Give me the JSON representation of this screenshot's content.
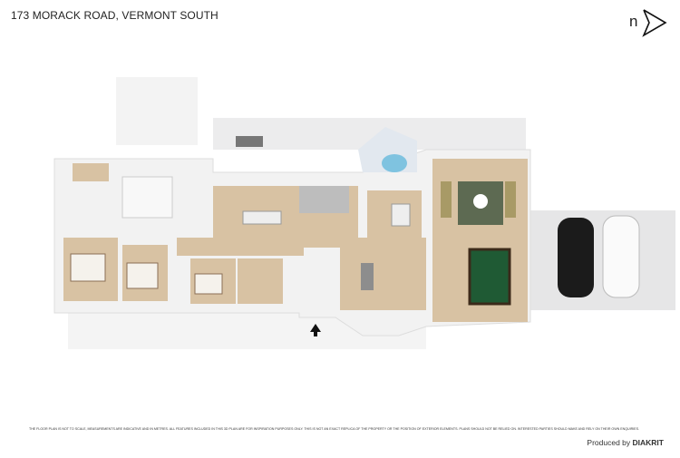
{
  "header": {
    "address": "173 MORACK ROAD, VERMONT SOUTH"
  },
  "compass": {
    "label": "n",
    "icon": "north-arrow-icon"
  },
  "plan": {
    "floor_color": "#d9c3a5",
    "wall_color": "#f4f4f4",
    "outdoor_color": "#e9e9ea",
    "billiard_color": "#1f5a34",
    "rug_color": "#5d6a52",
    "entrance_icon": "entry-arrow-icon"
  },
  "footer": {
    "disclaimer": "THE FLOOR PLAN IS NOT TO SCALE, MEASUREMENTS ARE INDICATIVE AND IN METRES. ALL FEATURES INCLUDED IN THIS 3D PLAN ARE FOR INSPIRATION PURPOSES ONLY. THIS IS NOT AN EXACT REPLICA OF THE PROPERTY OR THE POSITION OF EXTERIOR ELEMENTS. PLANS SHOULD NOT BE RELIED ON. INTERESTED PARTIES SHOULD MAKE AND RELY ON THEIR OWN ENQUIRIES.",
    "produced_by": "Produced by",
    "brand": "DIAKRIT"
  }
}
